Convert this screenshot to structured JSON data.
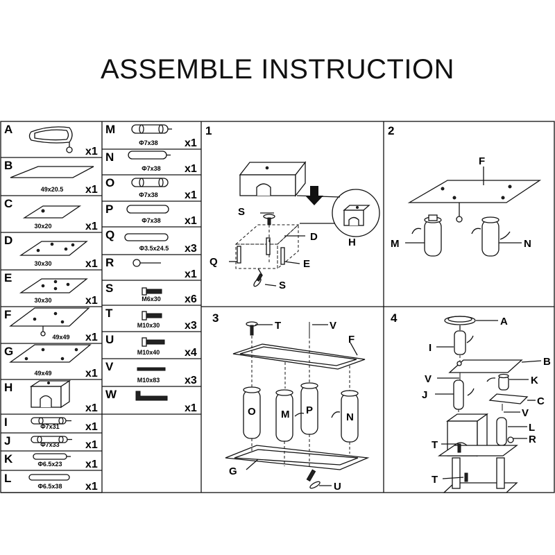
{
  "title": "ASSEMBLE INSTRUCTION",
  "parts_col1": [
    {
      "letter": "A",
      "dim": "",
      "qty": "x1"
    },
    {
      "letter": "B",
      "dim": "49x20.5",
      "qty": "x1"
    },
    {
      "letter": "C",
      "dim": "30x20",
      "qty": "x1"
    },
    {
      "letter": "D",
      "dim": "30x30",
      "qty": "x1"
    },
    {
      "letter": "E",
      "dim": "30x30",
      "qty": "x1"
    },
    {
      "letter": "F",
      "dim": "49x49",
      "qty": "x1"
    },
    {
      "letter": "G",
      "dim": "49x49",
      "qty": "x1"
    },
    {
      "letter": "H",
      "dim": "",
      "qty": "x1"
    },
    {
      "letter": "I",
      "dim": "Φ7x31",
      "qty": "x1"
    },
    {
      "letter": "J",
      "dim": "Φ7x33",
      "qty": "x1"
    },
    {
      "letter": "K",
      "dim": "Φ6.5x23",
      "qty": "x1"
    },
    {
      "letter": "L",
      "dim": "Φ6.5x38",
      "qty": "x1"
    }
  ],
  "parts_col2": [
    {
      "letter": "M",
      "dim": "Φ7x38",
      "qty": "x1"
    },
    {
      "letter": "N",
      "dim": "Φ7x38",
      "qty": "x1"
    },
    {
      "letter": "O",
      "dim": "Φ7x38",
      "qty": "x1"
    },
    {
      "letter": "P",
      "dim": "Φ7x38",
      "qty": "x1"
    },
    {
      "letter": "Q",
      "dim": "Φ3.5x24.5",
      "qty": "x3"
    },
    {
      "letter": "R",
      "dim": "",
      "qty": "x1"
    },
    {
      "letter": "S",
      "dim": "M6x30",
      "qty": "x6"
    },
    {
      "letter": "T",
      "dim": "M10x30",
      "qty": "x3"
    },
    {
      "letter": "U",
      "dim": "M10x40",
      "qty": "x4"
    },
    {
      "letter": "V",
      "dim": "M10x83",
      "qty": "x3"
    },
    {
      "letter": "W",
      "dim": "",
      "qty": "x1"
    }
  ],
  "steps": [
    {
      "number": "1",
      "labels": [
        "S",
        "D",
        "H",
        "Q",
        "E",
        "S"
      ]
    },
    {
      "number": "2",
      "labels": [
        "F",
        "M",
        "N"
      ]
    },
    {
      "number": "3",
      "labels": [
        "T",
        "V",
        "F",
        "O",
        "M",
        "P",
        "N",
        "G",
        "U"
      ]
    },
    {
      "number": "4",
      "labels": [
        "A",
        "I",
        "B",
        "V",
        "K",
        "J",
        "C",
        "V",
        "L",
        "T",
        "R",
        "T"
      ]
    }
  ]
}
